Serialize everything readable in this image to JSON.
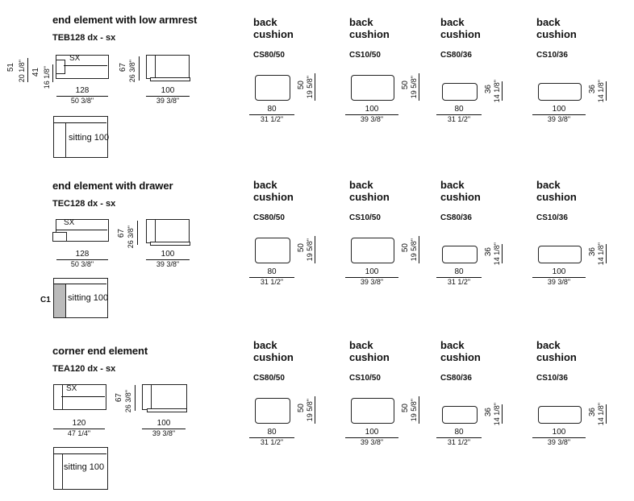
{
  "sections": [
    {
      "title": "end element with low armrest",
      "code": "TEB128 dx - sx",
      "sx": "SX",
      "side_dims": {
        "h1": "51",
        "h1_in": "20 1/8\"",
        "h2": "41",
        "h2_in": "16 1/8\""
      },
      "front_w": "128",
      "front_w_in": "50 3/8\"",
      "side_h": "67",
      "side_h_in": "26 3/8\"",
      "side_w": "100",
      "side_w_in": "39 3/8\"",
      "plan_label": "sitting 100"
    },
    {
      "title": "end element with drawer",
      "code": "TEC128 dx - sx",
      "sx": "SX",
      "front_w": "128",
      "front_w_in": "50 3/8\"",
      "side_h": "67",
      "side_h_in": "26 3/8\"",
      "side_w": "100",
      "side_w_in": "39 3/8\"",
      "plan_label": "sitting 100",
      "c1": "C1"
    },
    {
      "title": "corner end element",
      "code": "TEA120 dx - sx",
      "sx": "SX",
      "front_w": "120",
      "front_w_in": "47 1/4\"",
      "side_h": "67",
      "side_h_in": "26 3/8\"",
      "side_w": "100",
      "side_w_in": "39 3/8\"",
      "plan_label": "sitting 100"
    }
  ],
  "cushions": [
    {
      "label1": "back",
      "label2": "cushion",
      "code": "CS80/50",
      "w": "80",
      "w_in": "31 1/2\"",
      "h": "50",
      "h_in": "19 5/8\""
    },
    {
      "label1": "back",
      "label2": "cushion",
      "code": "CS10/50",
      "w": "100",
      "w_in": "39 3/8\"",
      "h": "50",
      "h_in": "19 5/8\""
    },
    {
      "label1": "back",
      "label2": "cushion",
      "code": "CS80/36",
      "w": "80",
      "w_in": "31 1/2\"",
      "h": "36",
      "h_in": "14 1/8\""
    },
    {
      "label1": "back",
      "label2": "cushion",
      "code": "CS10/36",
      "w": "100",
      "w_in": "39 3/8\"",
      "h": "36",
      "h_in": "14 1/8\""
    }
  ]
}
